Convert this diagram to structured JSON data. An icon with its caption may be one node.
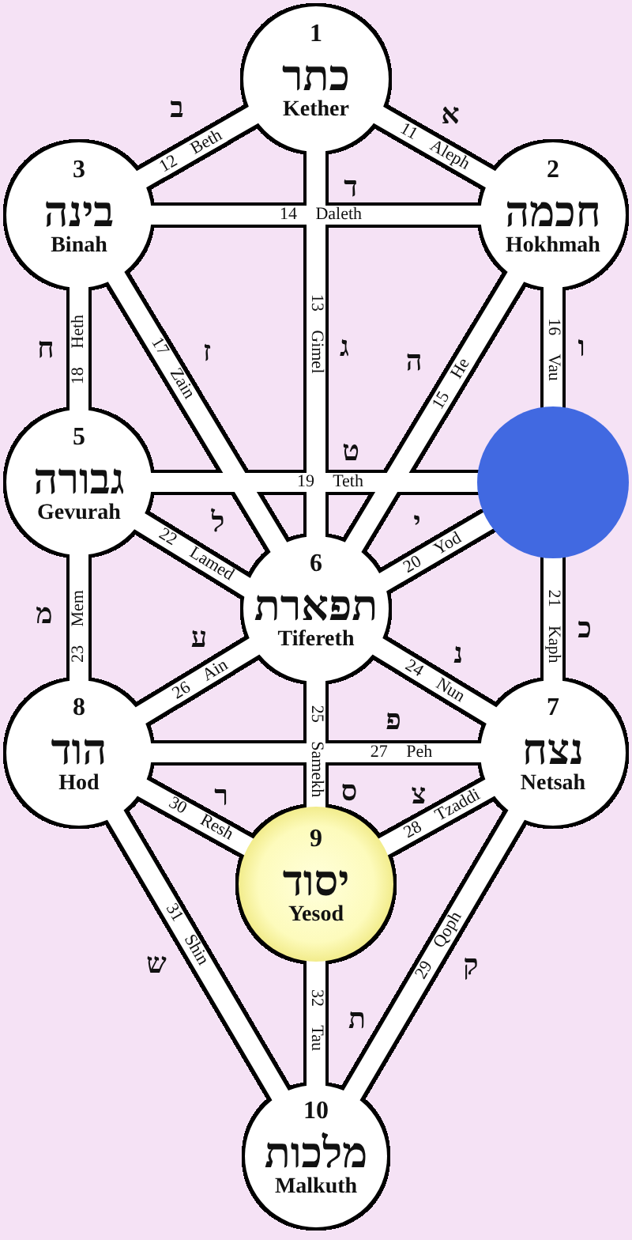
{
  "diagram": {
    "nodes": [
      {
        "text": [
          "1",
          "כתר",
          "Kether"
        ]
      },
      {
        "text": [
          "3",
          "בינה",
          "Binah"
        ]
      },
      {
        "text": [
          "2",
          "חכמה",
          "Hokhmah"
        ]
      },
      {
        "text": [
          "5",
          "גבורה",
          "Gevurah"
        ]
      },
      {
        "text": [],
        "shape": "circle"
      },
      {
        "text": [
          "6",
          "תפארת",
          "Tifereth"
        ]
      },
      {
        "text": [
          "8",
          "הוד",
          "Hod"
        ]
      },
      {
        "text": [
          "7",
          "נצח",
          "Netsah"
        ]
      },
      {
        "text": [
          "9",
          "יסוד",
          "Yesod"
        ]
      },
      {
        "text": [
          "10",
          "מלכות",
          "Malkuth"
        ]
      }
    ],
    "edges": [
      {
        "from": 0,
        "to": 2,
        "arrow": "none",
        "label": "11 Aleph"
      },
      {
        "from": 0,
        "to": 1,
        "arrow": "none",
        "label": "12 Beth"
      },
      {
        "from": 0,
        "to": 5,
        "arrow": "none",
        "label": "13 Gimel"
      },
      {
        "from": 1,
        "to": 2,
        "arrow": "none",
        "label": "14 Daleth"
      },
      {
        "from": 2,
        "to": 5,
        "arrow": "none",
        "label": "15 He"
      },
      {
        "from": 2,
        "to": 4,
        "arrow": "none",
        "label": "16 Vau"
      },
      {
        "from": 1,
        "to": 5,
        "arrow": "none",
        "label": "17 Zain"
      },
      {
        "from": 1,
        "to": 3,
        "arrow": "none",
        "label": "18 Heth"
      },
      {
        "from": 3,
        "to": 4,
        "arrow": "none",
        "label": "19 Teth"
      },
      {
        "from": 4,
        "to": 5,
        "arrow": "none",
        "label": "20 Yod"
      },
      {
        "from": 4,
        "to": 7,
        "arrow": "none",
        "label": "21 Kaph"
      },
      {
        "from": 3,
        "to": 5,
        "arrow": "none",
        "label": "22 Lamed"
      },
      {
        "from": 3,
        "to": 6,
        "arrow": "none",
        "label": "23 Mem"
      },
      {
        "from": 5,
        "to": 7,
        "arrow": "none",
        "label": "24 Nun"
      },
      {
        "from": 5,
        "to": 8,
        "arrow": "none",
        "label": "25 Samekh"
      },
      {
        "from": 5,
        "to": 6,
        "arrow": "none",
        "label": "26 Ain"
      },
      {
        "from": 6,
        "to": 7,
        "arrow": "none",
        "label": "27 Peh"
      },
      {
        "from": 7,
        "to": 8,
        "arrow": "none",
        "label": "28 Tzaddi"
      },
      {
        "from": 7,
        "to": 9,
        "arrow": "none",
        "label": "29 Qoph"
      },
      {
        "from": 6,
        "to": 8,
        "arrow": "none",
        "label": "30 Resh"
      },
      {
        "from": 6,
        "to": 9,
        "arrow": "none",
        "label": "31 Shin"
      },
      {
        "from": 8,
        "to": 9,
        "arrow": "none",
        "label": "32 Tau"
      }
    ],
    "labels": [
      "ב",
      "א",
      "ד",
      "ח",
      "ז",
      "ג",
      "ה",
      "ו",
      "ט",
      "ל",
      "י",
      "מ",
      "ע",
      "נ",
      "כ",
      "פ",
      "ר",
      "ס",
      "צ",
      "ש",
      "ק",
      "ת"
    ]
  }
}
